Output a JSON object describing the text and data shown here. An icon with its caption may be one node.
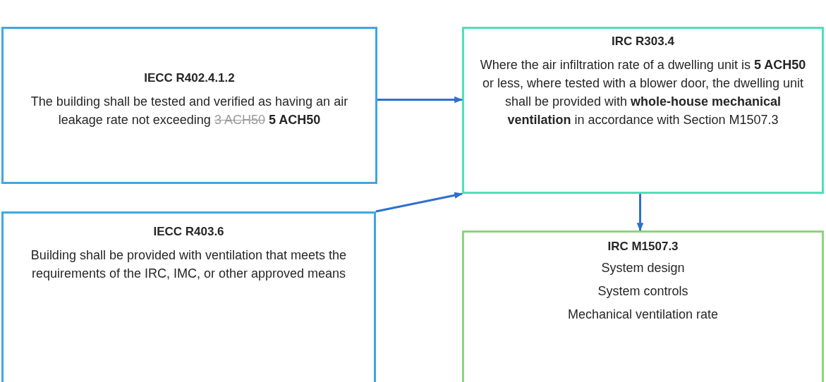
{
  "diagram": {
    "nodes": [
      {
        "text": [
          "IECC R402.4.1.2",
          "The building shall be tested and verified as having an air leakage rate not exceeding",
          "3 ACH50",
          "5 ACH50"
        ]
      },
      {
        "text": [
          "IRC R303.4",
          "Where the air infiltration rate of a dwelling unit is **5 ACH50** or less, where tested with a blower door, the dwelling unit shall be provided with **whole-house mechanical ventilation** in accordance with Section M1507.3"
        ]
      },
      {
        "text": [
          "IECC R403.6",
          "Building shall be provided with ventilation that meets the requirements of the IRC, IMC, or other approved means"
        ]
      },
      {
        "text": [
          "IRC M1507.3",
          "System design",
          "System controls",
          "Mechanical ventilation rate"
        ]
      }
    ],
    "edges": [
      {
        "from": 0,
        "to": 1,
        "arrow": "to"
      },
      {
        "from": 2,
        "to": 1,
        "arrow": "to"
      },
      {
        "from": 1,
        "to": 3,
        "arrow": "to"
      }
    ]
  }
}
